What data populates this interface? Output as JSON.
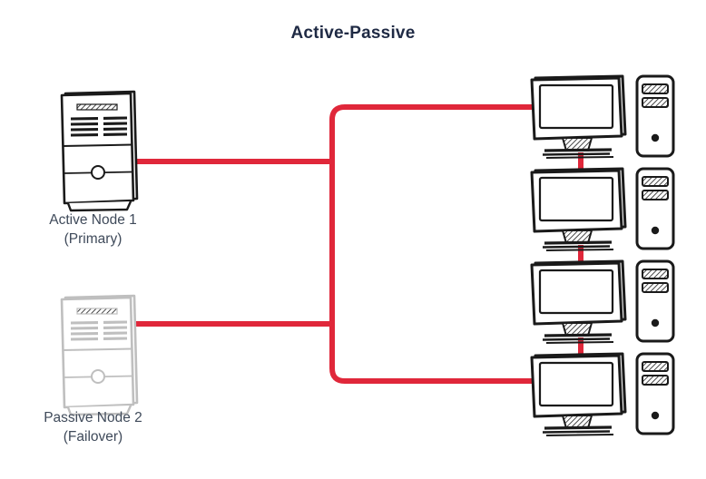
{
  "title": "Active-Passive",
  "colors": {
    "link": "#e0273a",
    "title": "#1f2a44",
    "label": "#3f4a5a",
    "active_node_stroke": "#1a1a1a",
    "passive_node_stroke": "#bfbfbf",
    "client_stroke": "#1a1a1a",
    "background": "#ffffff"
  },
  "nodes": [
    {
      "id": "active-node-1",
      "state": "active",
      "label_line1": "Active Node 1",
      "label_line2": "(Primary)",
      "icon": "server-tower-icon"
    },
    {
      "id": "passive-node-2",
      "state": "passive",
      "label_line1": "Passive Node 2",
      "label_line2": "(Failover)",
      "icon": "server-tower-icon"
    }
  ],
  "clients": [
    {
      "id": "client-1",
      "icon": "desktop-computer-icon"
    },
    {
      "id": "client-2",
      "icon": "desktop-computer-icon"
    },
    {
      "id": "client-3",
      "icon": "desktop-computer-icon"
    },
    {
      "id": "client-4",
      "icon": "desktop-computer-icon"
    }
  ],
  "links": [
    {
      "id": "link-active-to-bus",
      "from": "active-node-1",
      "to": "bus"
    },
    {
      "id": "link-passive-to-bus",
      "from": "passive-node-2",
      "to": "bus"
    },
    {
      "id": "link-bus-to-client-1",
      "from": "bus",
      "to": "client-1"
    },
    {
      "id": "link-bus-to-client-4",
      "from": "bus",
      "to": "client-4"
    },
    {
      "id": "link-client-1-client-2",
      "from": "client-1",
      "to": "client-2"
    },
    {
      "id": "link-client-2-client-3",
      "from": "client-2",
      "to": "client-3"
    },
    {
      "id": "link-client-3-client-4",
      "from": "client-3",
      "to": "client-4"
    }
  ]
}
